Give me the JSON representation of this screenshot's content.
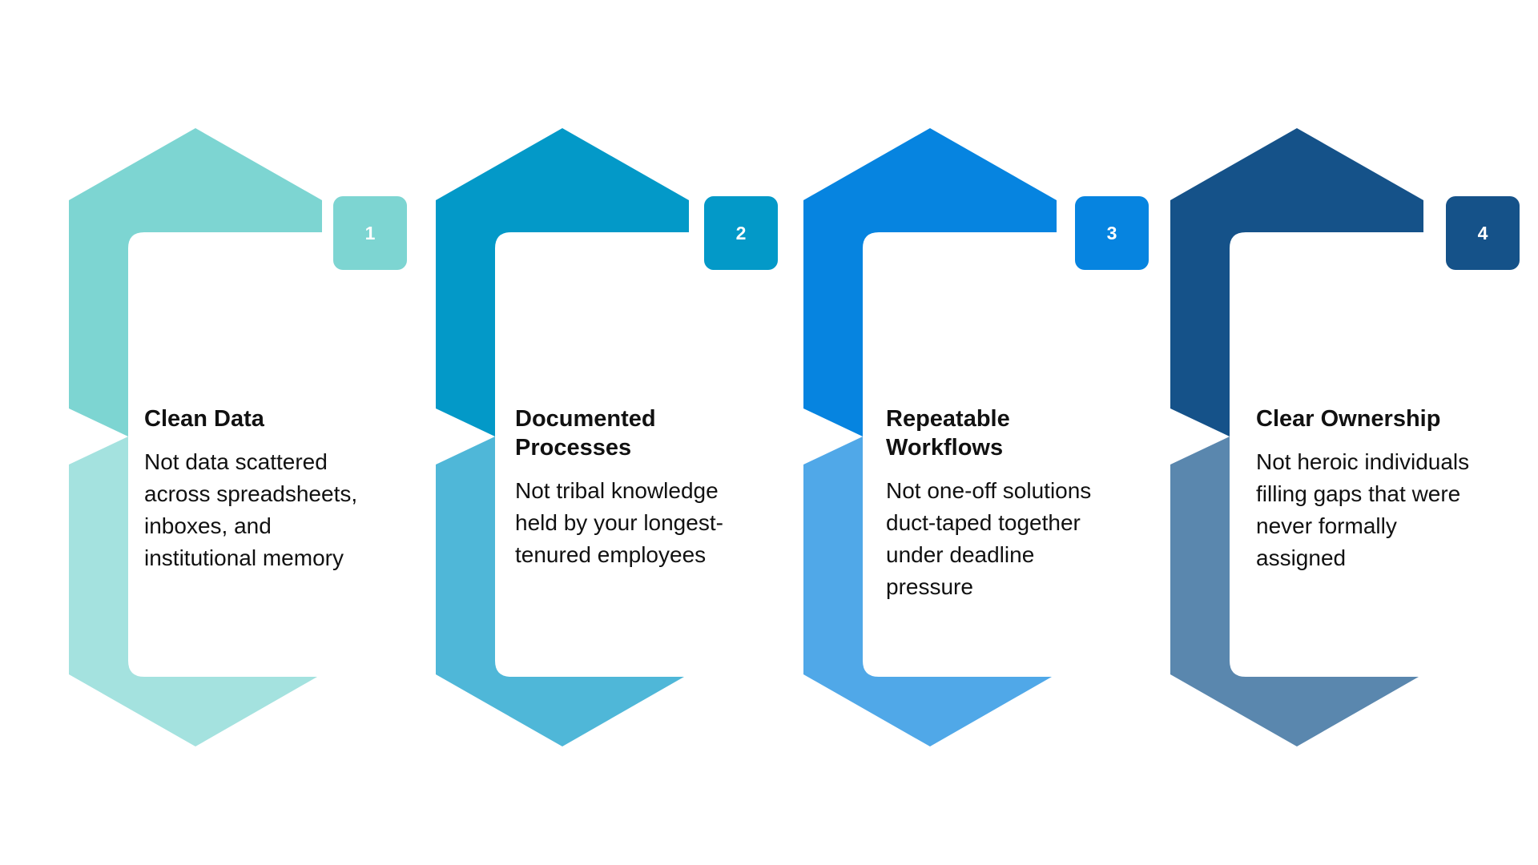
{
  "steps": [
    {
      "number": "1",
      "title": "Clean Data",
      "description": "Not data scattered across spreadsheets, inboxes, and institutional memory",
      "color_top": "#7DD5D2",
      "color_bottom": "#A4E2DF"
    },
    {
      "number": "2",
      "title": "Documented Processes",
      "description": "Not tribal knowledge held by your longest-tenured employees",
      "color_top": "#0399C8",
      "color_bottom": "#4FB7D8"
    },
    {
      "number": "3",
      "title": "Repeatable Workflows",
      "description": "Not one-off solutions duct-taped together under deadline pressure",
      "color_top": "#0684E0",
      "color_bottom": "#50A8E8"
    },
    {
      "number": "4",
      "title": "Clear Ownership",
      "description": "Not heroic individuals filling gaps that were never formally assigned",
      "color_top": "#155289",
      "color_bottom": "#5A87AE"
    }
  ]
}
